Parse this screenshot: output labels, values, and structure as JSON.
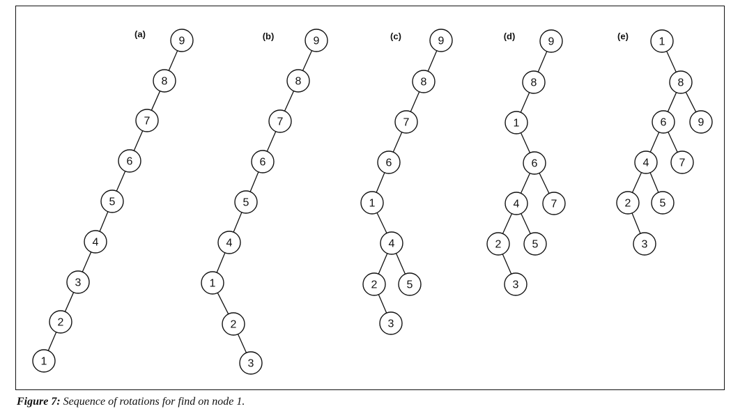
{
  "panels": [
    {
      "id": "a",
      "label": "(a)",
      "nodes": [
        {
          "key": "9"
        },
        {
          "key": "8"
        },
        {
          "key": "7"
        },
        {
          "key": "6"
        },
        {
          "key": "5"
        },
        {
          "key": "4"
        },
        {
          "key": "3"
        },
        {
          "key": "2"
        },
        {
          "key": "1"
        }
      ],
      "edges": [
        [
          "9",
          "8"
        ],
        [
          "8",
          "7"
        ],
        [
          "7",
          "6"
        ],
        [
          "6",
          "5"
        ],
        [
          "5",
          "4"
        ],
        [
          "4",
          "3"
        ],
        [
          "3",
          "2"
        ],
        [
          "2",
          "1"
        ]
      ]
    },
    {
      "id": "b",
      "label": "(b)",
      "nodes": [
        {
          "key": "9"
        },
        {
          "key": "8"
        },
        {
          "key": "7"
        },
        {
          "key": "6"
        },
        {
          "key": "5"
        },
        {
          "key": "4"
        },
        {
          "key": "1"
        },
        {
          "key": "2"
        },
        {
          "key": "3"
        }
      ],
      "edges": [
        [
          "9",
          "8"
        ],
        [
          "8",
          "7"
        ],
        [
          "7",
          "6"
        ],
        [
          "6",
          "5"
        ],
        [
          "5",
          "4"
        ],
        [
          "4",
          "1"
        ],
        [
          "1",
          "2"
        ],
        [
          "2",
          "3"
        ]
      ]
    },
    {
      "id": "c",
      "label": "(c)",
      "nodes": [
        {
          "key": "9"
        },
        {
          "key": "8"
        },
        {
          "key": "7"
        },
        {
          "key": "6"
        },
        {
          "key": "1"
        },
        {
          "key": "4"
        },
        {
          "key": "2"
        },
        {
          "key": "5"
        },
        {
          "key": "3"
        }
      ],
      "edges": [
        [
          "9",
          "8"
        ],
        [
          "8",
          "7"
        ],
        [
          "7",
          "6"
        ],
        [
          "6",
          "1"
        ],
        [
          "1",
          "4"
        ],
        [
          "4",
          "2"
        ],
        [
          "4",
          "5"
        ],
        [
          "2",
          "3"
        ]
      ]
    },
    {
      "id": "d",
      "label": "(d)",
      "nodes": [
        {
          "key": "9"
        },
        {
          "key": "8"
        },
        {
          "key": "1"
        },
        {
          "key": "6"
        },
        {
          "key": "4"
        },
        {
          "key": "7"
        },
        {
          "key": "2"
        },
        {
          "key": "5"
        },
        {
          "key": "3"
        }
      ],
      "edges": [
        [
          "9",
          "8"
        ],
        [
          "8",
          "1"
        ],
        [
          "1",
          "6"
        ],
        [
          "6",
          "4"
        ],
        [
          "6",
          "7"
        ],
        [
          "4",
          "2"
        ],
        [
          "4",
          "5"
        ],
        [
          "2",
          "3"
        ]
      ]
    },
    {
      "id": "e",
      "label": "(e)",
      "nodes": [
        {
          "key": "1"
        },
        {
          "key": "8"
        },
        {
          "key": "6"
        },
        {
          "key": "9"
        },
        {
          "key": "4"
        },
        {
          "key": "7"
        },
        {
          "key": "2"
        },
        {
          "key": "5"
        },
        {
          "key": "3"
        }
      ],
      "edges": [
        [
          "1",
          "8"
        ],
        [
          "8",
          "6"
        ],
        [
          "8",
          "9"
        ],
        [
          "6",
          "4"
        ],
        [
          "6",
          "7"
        ],
        [
          "4",
          "2"
        ],
        [
          "4",
          "5"
        ],
        [
          "2",
          "3"
        ]
      ]
    }
  ],
  "caption": {
    "label": "Figure 7:",
    "text": " Sequence of rotations for find on node 1."
  }
}
